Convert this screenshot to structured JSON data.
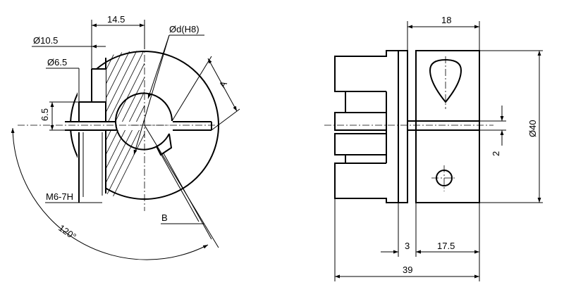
{
  "front_view": {
    "dim_width_top": "14.5",
    "dim_bore": "Ød(H8)",
    "dim_dia_large": "Ø10.5",
    "dim_dia_small": "Ø6.5",
    "dim_slot": "6.5",
    "dim_thread": "M6-7H",
    "dim_angle": "120°",
    "label_a": "A",
    "label_b": "B"
  },
  "side_view": {
    "dim_top": "18",
    "dim_diameter": "Ø40",
    "dim_gap": "2",
    "dim_bottom_small": "3",
    "dim_bottom_mid": "17.5",
    "dim_total": "39"
  }
}
